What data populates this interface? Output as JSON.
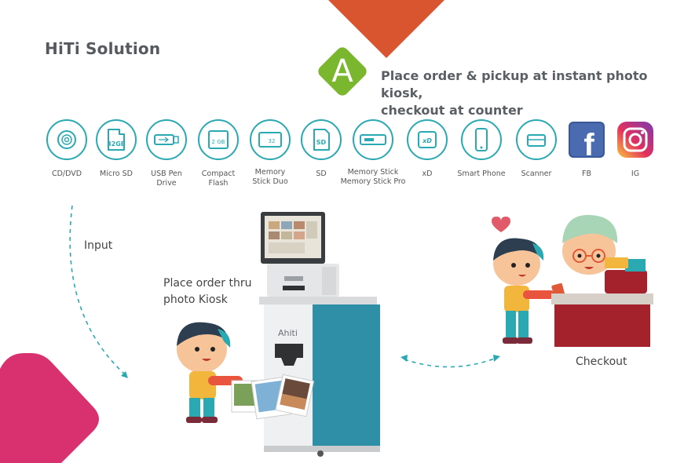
{
  "header": {
    "title": "HiTi Solution",
    "badge_letter": "A",
    "headline_line1": "Place order & pickup at instant photo kiosk,",
    "headline_line2": "checkout at counter"
  },
  "inputs": [
    {
      "label_line1": "CD/DVD",
      "label_line2": "",
      "icon": "disc-icon"
    },
    {
      "label_line1": "Micro SD",
      "label_line2": "",
      "icon": "micro-sd-icon",
      "badge": "32GB"
    },
    {
      "label_line1": "USB Pen",
      "label_line2": "Drive",
      "icon": "usb-drive-icon"
    },
    {
      "label_line1": "Compact",
      "label_line2": "Flash",
      "icon": "compact-flash-icon",
      "badge": "2 GB"
    },
    {
      "label_line1": "Memory",
      "label_line2": "Stick Duo",
      "icon": "memory-stick-duo-icon",
      "badge": "32"
    },
    {
      "label_line1": "SD",
      "label_line2": "",
      "icon": "sd-card-icon",
      "badge": "SD"
    },
    {
      "label_line1": "Memory Stick",
      "label_line2": "Memory Stick Pro",
      "icon": "memory-stick-icon"
    },
    {
      "label_line1": "xD",
      "label_line2": "",
      "icon": "xd-card-icon",
      "badge": "xD"
    },
    {
      "label_line1": "Smart Phone",
      "label_line2": "",
      "icon": "smartphone-icon"
    },
    {
      "label_line1": "Scanner",
      "label_line2": "",
      "icon": "scanner-icon"
    },
    {
      "label_line1": "FB",
      "label_line2": "",
      "icon": "facebook-icon",
      "badge": "f"
    },
    {
      "label_line1": "IG",
      "label_line2": "",
      "icon": "instagram-icon"
    }
  ],
  "flow": {
    "input_label": "Input",
    "kiosk_label_line1": "Place order thru",
    "kiosk_label_line2": "photo Kiosk",
    "checkout_label": "Checkout",
    "kiosk_brand": "Ahiti"
  },
  "colors": {
    "accent_orange": "#d9552f",
    "accent_green": "#7ab72e",
    "accent_pink": "#d9306f",
    "teal": "#2aa9b2",
    "kiosk_teal": "#2f8fa6",
    "counter_red": "#a3222c"
  }
}
